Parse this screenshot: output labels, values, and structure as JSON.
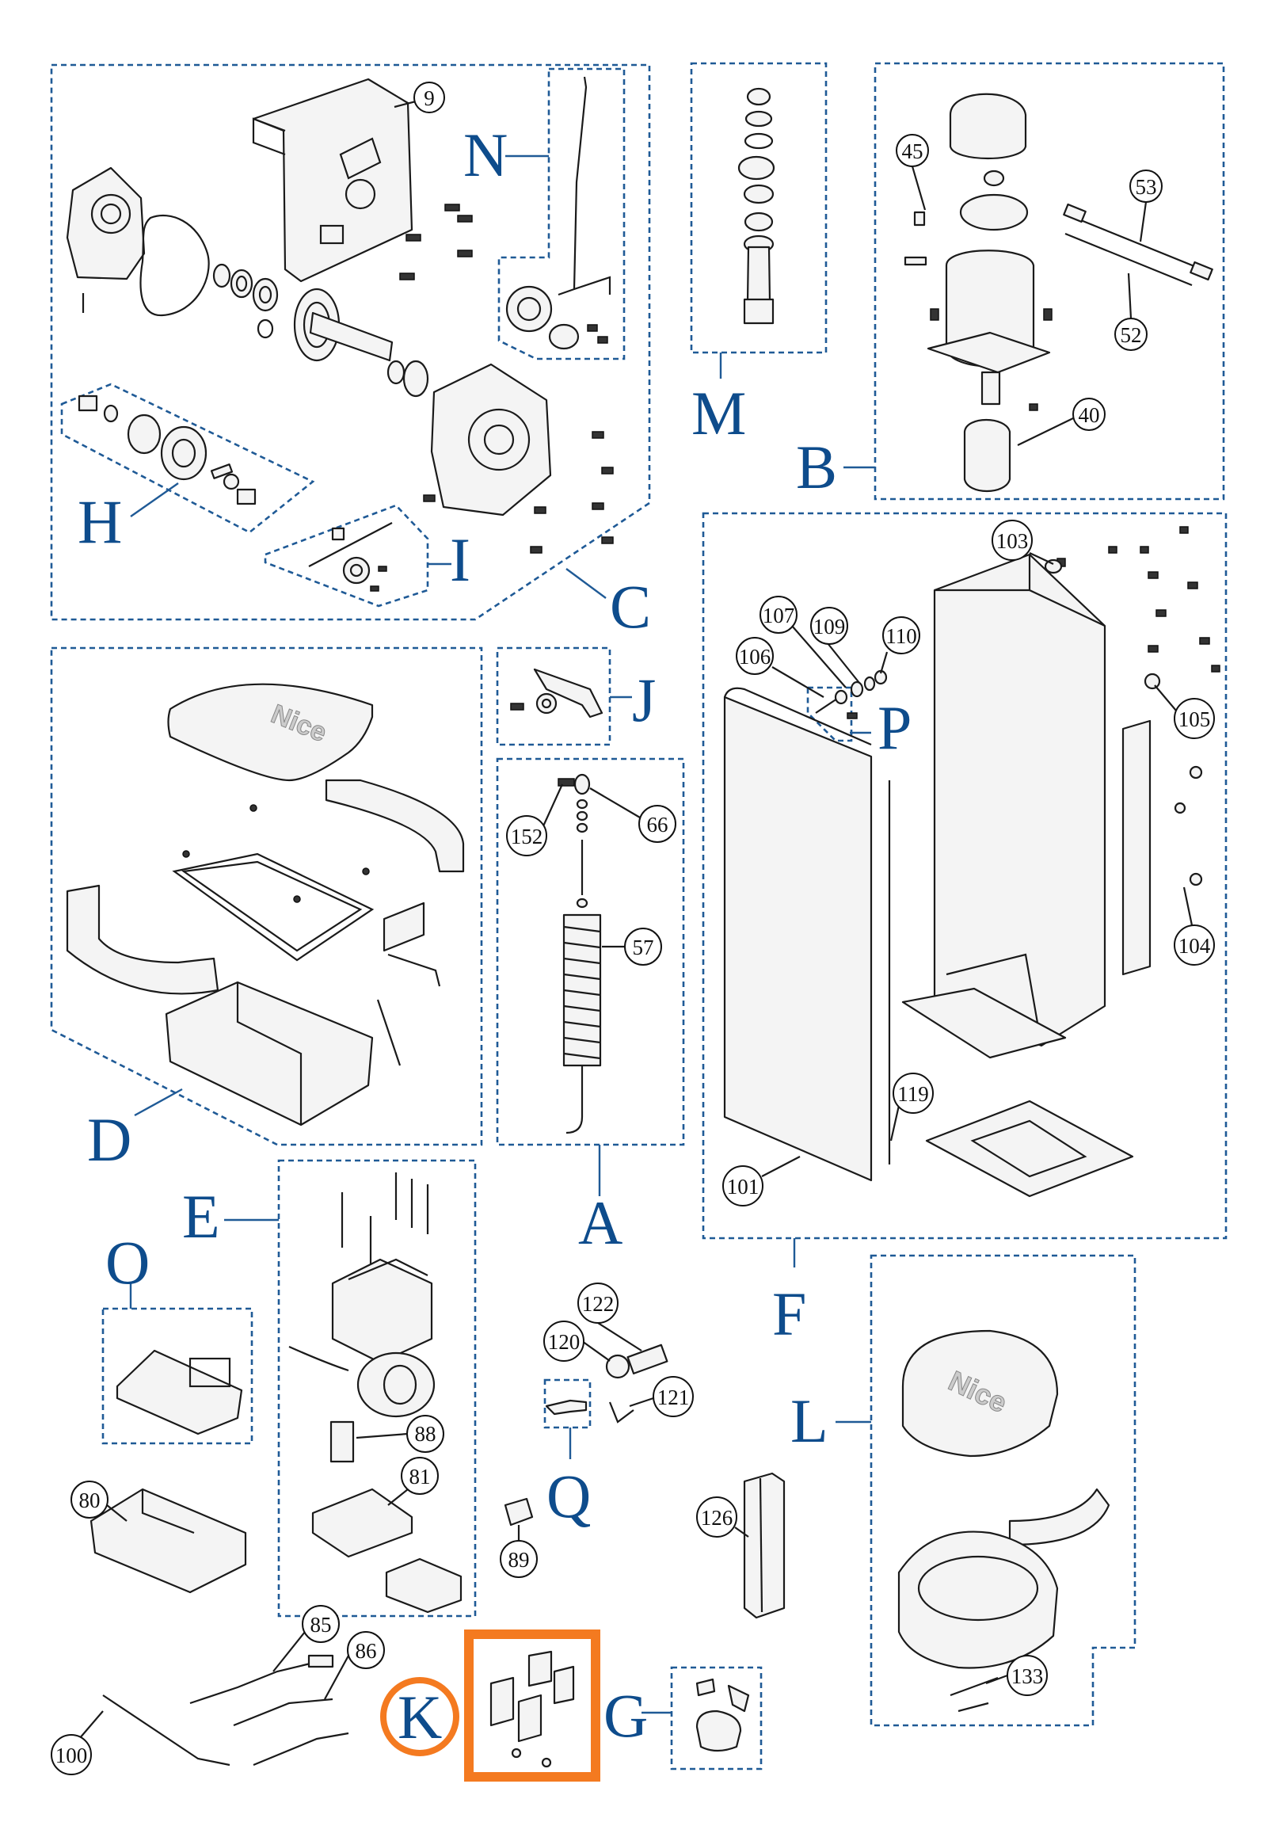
{
  "groups": {
    "A": "A",
    "B": "B",
    "C": "C",
    "D": "D",
    "E": "E",
    "F": "F",
    "G": "G",
    "H": "H",
    "I": "I",
    "J": "J",
    "K": "K",
    "L": "L",
    "M": "M",
    "N": "N",
    "O": "O",
    "P": "P",
    "Q": "Q"
  },
  "parts": {
    "p9": "9",
    "p40": "40",
    "p45": "45",
    "p52": "52",
    "p53": "53",
    "p57": "57",
    "p66": "66",
    "p80": "80",
    "p81": "81",
    "p85": "85",
    "p86": "86",
    "p88": "88",
    "p89": "89",
    "p100": "100",
    "p101": "101",
    "p103": "103",
    "p104": "104",
    "p105": "105",
    "p106": "106",
    "p107": "107",
    "p109": "109",
    "p110": "110",
    "p119": "119",
    "p120": "120",
    "p121": "121",
    "p122": "122",
    "p126": "126",
    "p133": "133",
    "p152": "152"
  },
  "logos": {
    "cover_d": "Nice",
    "cover_l": "Nice"
  },
  "highlight": {
    "group": "K",
    "color": "#f47a20"
  },
  "colors": {
    "group_label": "#0e4c8c",
    "group_border": "#1f5a96",
    "highlight": "#f47a20"
  }
}
